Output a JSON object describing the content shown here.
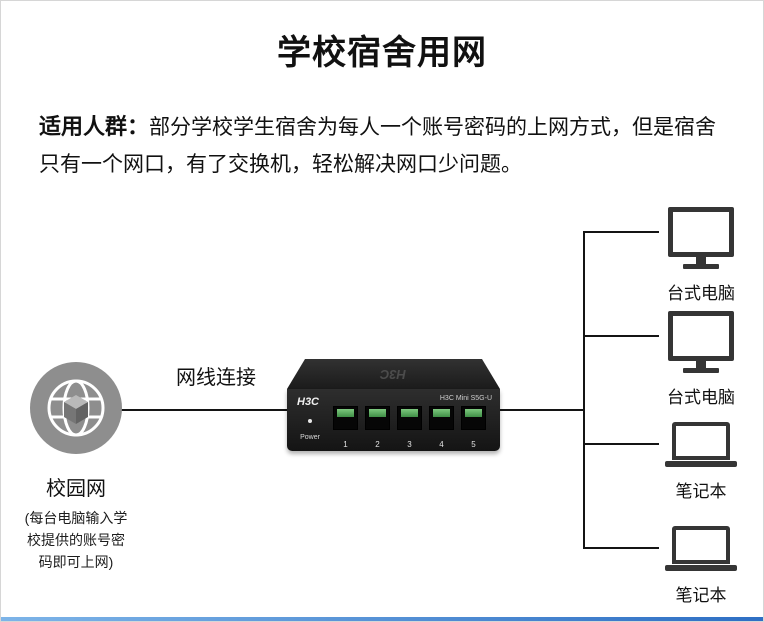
{
  "page": {
    "title": "学校宿舍用网",
    "intro": {
      "label": "适用人群：",
      "text": "部分学校学生宿舍为每人一个账号密码的上网方式，但是宿舍只有一个网口，有了交换机，轻松解决网口少问题。"
    }
  },
  "diagram": {
    "cable_label": "网线连接",
    "campus": {
      "label": "校园网",
      "note_lines": [
        "(每台电脑输入学",
        "校提供的账号密",
        "码即可上网)"
      ]
    },
    "switch": {
      "brand": "H3C",
      "top_logo": "H3C",
      "model": "H3C Mini S5G-U",
      "power_label": "Power",
      "ports": [
        "1",
        "2",
        "3",
        "4",
        "5"
      ]
    },
    "devices": [
      {
        "type": "desktop",
        "label": "台式电脑"
      },
      {
        "type": "desktop",
        "label": "台式电脑"
      },
      {
        "type": "laptop",
        "label": "笔记本"
      },
      {
        "type": "laptop",
        "label": "笔记本"
      }
    ]
  },
  "colors": {
    "accent_bottom_bar": "#2e6fc4",
    "globe_gray": "#8e8e8e",
    "switch_body": "#1f1f1f",
    "port_green": "#4caf50",
    "line": "#141414"
  }
}
